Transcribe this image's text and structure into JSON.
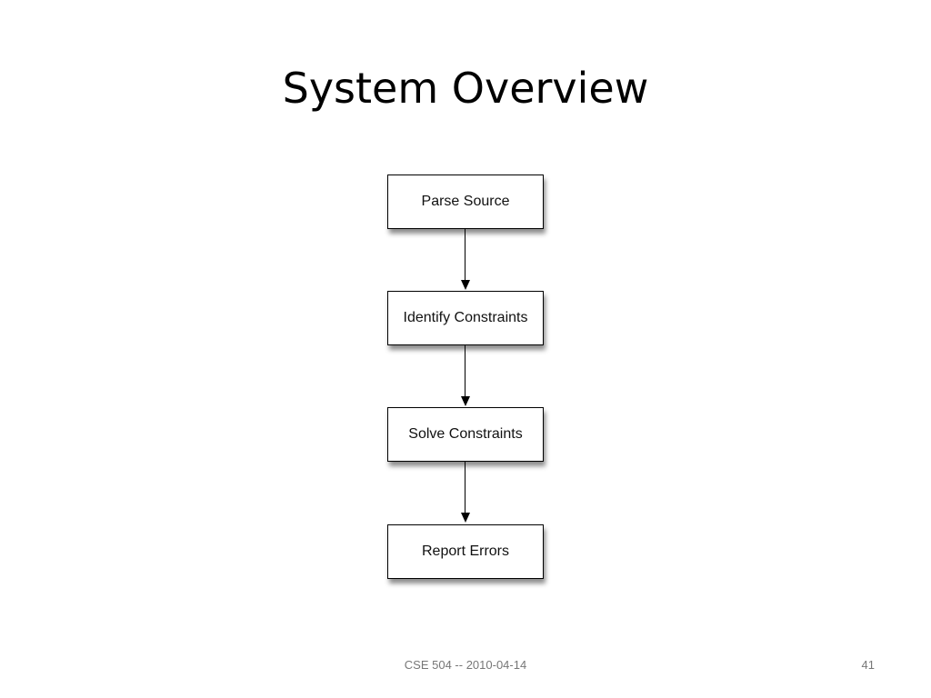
{
  "slide": {
    "title": "System Overview",
    "footer_text": "CSE 504 -- 2010-04-14",
    "page_number": "41"
  },
  "diagram": {
    "steps": [
      {
        "label": "Parse Source"
      },
      {
        "label": "Identify Constraints"
      },
      {
        "label": "Solve Constraints"
      },
      {
        "label": "Report Errors"
      }
    ],
    "edges": [
      {
        "from": "Parse Source",
        "to": "Identify Constraints"
      },
      {
        "from": "Identify Constraints",
        "to": "Solve Constraints"
      },
      {
        "from": "Solve Constraints",
        "to": "Report Errors"
      }
    ]
  }
}
